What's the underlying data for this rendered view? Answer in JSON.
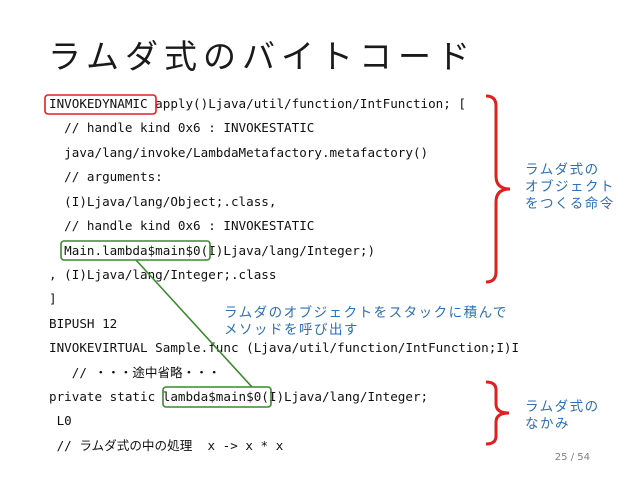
{
  "slide": {
    "title": "ラムダ式のバイトコード",
    "page": {
      "current": "25",
      "separator": "/",
      "total": "54"
    }
  },
  "code_lines": [
    "INVOKEDYNAMIC apply()Ljava/util/function/IntFunction; [",
    "  // handle kind 0x6 : INVOKESTATIC",
    "  java/lang/invoke/LambdaMetafactory.metafactory()",
    "  // arguments:",
    "  (I)Ljava/lang/Object;.class,",
    "  // handle kind 0x6 : INVOKESTATIC",
    "  Main.lambda$main$0(I)Ljava/lang/Integer;)",
    ", (I)Ljava/lang/Integer;.class",
    "]",
    "BIPUSH 12",
    "INVOKEVIRTUAL Sample.func (Ljava/util/function/IntFunction;I)I",
    "   // ・・・途中省略・・・",
    "private static lambda$main$0(I)Ljava/lang/Integer;",
    " L0",
    " // ラムダ式の中の処理  x -> x * x"
  ],
  "annotations": {
    "create_object": [
      "ラムダ式の",
      "オブジェクト",
      "をつくる命令"
    ],
    "push_and_call": [
      "ラムダのオブジェクトをスタックに積んで",
      "メソッドを呼び出す"
    ],
    "lambda_body": [
      "ラムダ式の",
      "なかみ"
    ]
  },
  "colors": {
    "red_highlight": "#e02020",
    "green_highlight": "#3a8a2e",
    "annotation_text": "#2e6fb5"
  }
}
